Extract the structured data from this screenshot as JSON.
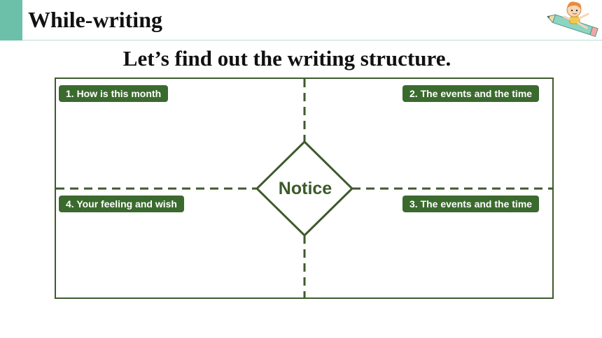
{
  "header": {
    "title": "While-writing",
    "accent_color": "#6cc0aa",
    "mascot_icon": "girl-on-pencil-icon"
  },
  "subtitle": "Let’s find out the writing structure.",
  "diagram": {
    "center_label": "Notice",
    "line_color": "#3f5a2e",
    "label_color": "#3b6a2e",
    "quadrants": [
      {
        "label": "1. How is this month"
      },
      {
        "label": "2. The events and the time"
      },
      {
        "label": "3. The events and the time"
      },
      {
        "label": "4. Your feeling and wish"
      }
    ]
  }
}
